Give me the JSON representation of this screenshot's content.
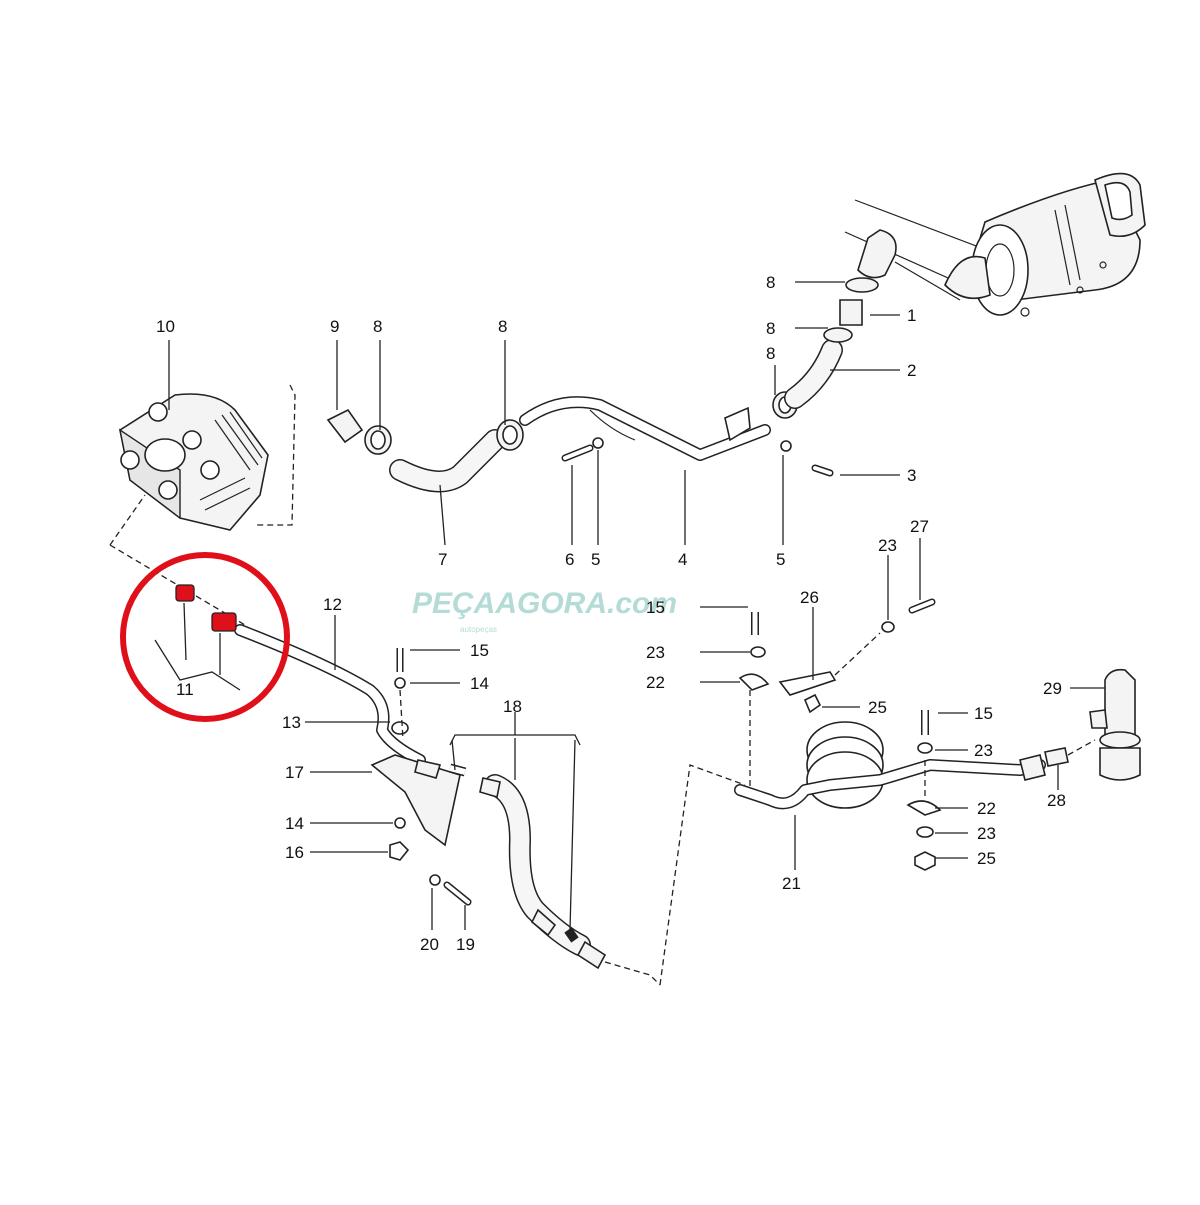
{
  "watermark": {
    "text": "PEÇAAGORA.com",
    "subtext": "autopeças"
  },
  "colors": {
    "highlight": "#e0101a",
    "line": "#222222",
    "watermark": "#5ab0a6"
  },
  "labels": {
    "p1": "1",
    "p2": "2",
    "p3": "3",
    "p4": "4",
    "p5a": "5",
    "p5b": "5",
    "p6": "6",
    "p7": "7",
    "p8a": "8",
    "p8b": "8",
    "p8c": "8",
    "p8d": "8",
    "p8e": "8",
    "p9": "9",
    "p10": "10",
    "p11": "11",
    "p12": "12",
    "p13": "13",
    "p14a": "14",
    "p14b": "14",
    "p15a": "15",
    "p15b": "15",
    "p15c": "15",
    "p16": "16",
    "p17": "17",
    "p18": "18",
    "p19": "19",
    "p20": "20",
    "p21": "21",
    "p22a": "22",
    "p22b": "22",
    "p23a": "23",
    "p23b": "23",
    "p23c": "23",
    "p23d": "23",
    "p25a": "25",
    "p25b": "25",
    "p26": "26",
    "p27": "27",
    "p28": "28",
    "p29": "29"
  },
  "highlighted_parts": [
    "11"
  ]
}
